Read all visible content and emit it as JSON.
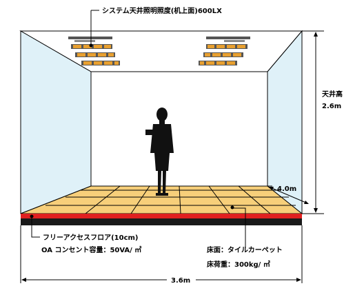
{
  "labels": {
    "ceiling_lighting": "システム天井照明照度(机上面)600LX",
    "ceiling_height_title": "天井高",
    "ceiling_height_value": "2.6m",
    "depth": "4.0m",
    "free_access_floor": "フリーアクセスフロア(10cm)",
    "oa_outlet": "OA コンセント容量：50VA/ ㎡",
    "floor_finish": "床面：タイルカーペット",
    "floor_load": "床荷重：300kg/ ㎡",
    "width": "3.6m"
  },
  "colors": {
    "wall": "#dff1f8",
    "back_wall": "#ffffff",
    "ceiling": "#ffffff",
    "floor_tile": "#f7cf7a",
    "floor_red": "#e02020",
    "floor_black": "#1a1a1a",
    "light_frame": "#555555",
    "light_tube": "#e8a030"
  }
}
